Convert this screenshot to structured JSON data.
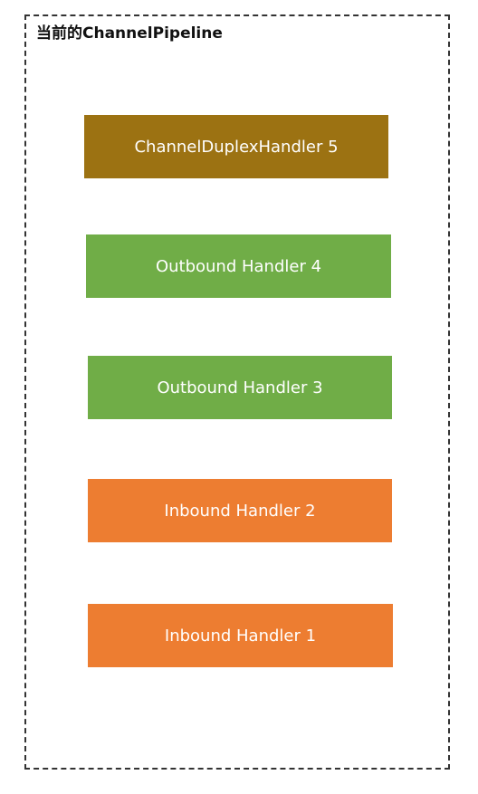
{
  "pipeline": {
    "title": "当前的ChannelPipeline"
  },
  "handlers": [
    {
      "label": "ChannelDuplexHandler 5",
      "color": "#9C7212"
    },
    {
      "label": "Outbound Handler 4",
      "color": "#70AD47"
    },
    {
      "label": "Outbound Handler 3",
      "color": "#70AD47"
    },
    {
      "label": "Inbound Handler 2",
      "color": "#ED7D31"
    },
    {
      "label": "Inbound Handler 1",
      "color": "#ED7D31"
    }
  ]
}
